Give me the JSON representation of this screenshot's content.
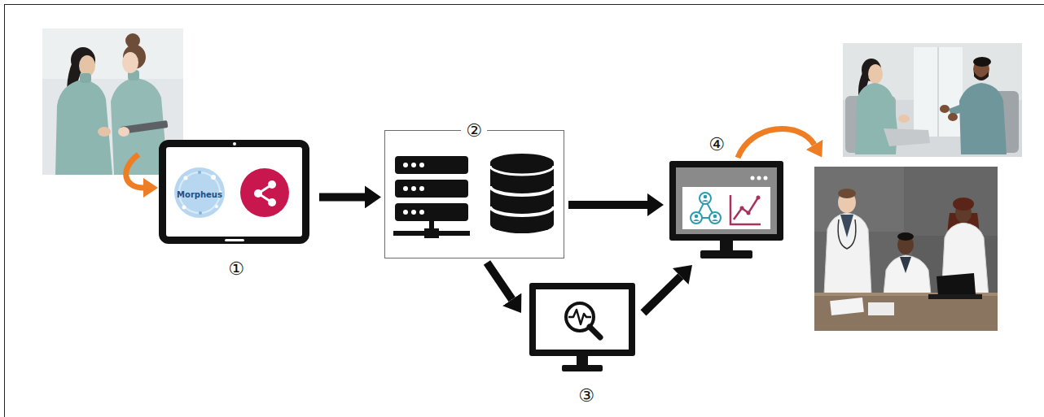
{
  "diagram": {
    "nodes": [
      {
        "text": [
          "Morpheus",
          "①"
        ]
      },
      {
        "text": [
          "②"
        ]
      },
      {
        "text": [
          "③"
        ]
      },
      {
        "text": [
          "④"
        ]
      }
    ],
    "edges": [
      {
        "from": 0,
        "to": 1,
        "arrow": "to"
      },
      {
        "from": 1,
        "to": 3,
        "arrow": "to"
      },
      {
        "from": 1,
        "to": 2,
        "arrow": "to"
      },
      {
        "from": 2,
        "to": 3,
        "arrow": "to"
      }
    ]
  }
}
